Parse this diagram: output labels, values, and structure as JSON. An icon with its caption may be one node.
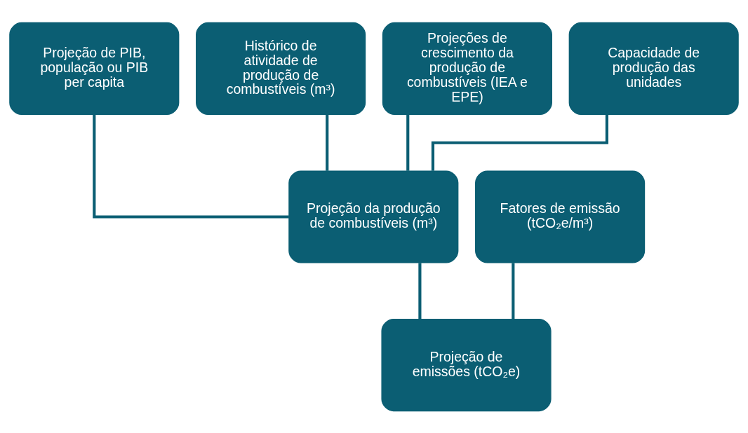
{
  "diagram": {
    "nodes": [
      {
        "text": [
          "Projeção de PIB, população ou PIB per capita"
        ]
      },
      {
        "text": [
          "Histórico de atividade de produção de combustíveis (m³)"
        ]
      },
      {
        "text": [
          "Projeções de crescimento da produção de combustíveis (IEA e EPE)"
        ]
      },
      {
        "text": [
          "Capacidade de produção das unidades"
        ]
      },
      {
        "text": [
          "Projeção da produção de combustíveis (m³)"
        ]
      },
      {
        "text": [
          "Fatores de emissão (tCO₂e/m³)"
        ]
      },
      {
        "text": [
          "Projeção de emissões (tCO₂e)"
        ]
      }
    ],
    "edges": [
      {
        "from": 0,
        "to": 4,
        "arrow": "none"
      },
      {
        "from": 1,
        "to": 4,
        "arrow": "none"
      },
      {
        "from": 2,
        "to": 4,
        "arrow": "none"
      },
      {
        "from": 3,
        "to": 4,
        "arrow": "none"
      },
      {
        "from": 4,
        "to": 6,
        "arrow": "none"
      },
      {
        "from": 5,
        "to": 6,
        "arrow": "none"
      }
    ]
  }
}
